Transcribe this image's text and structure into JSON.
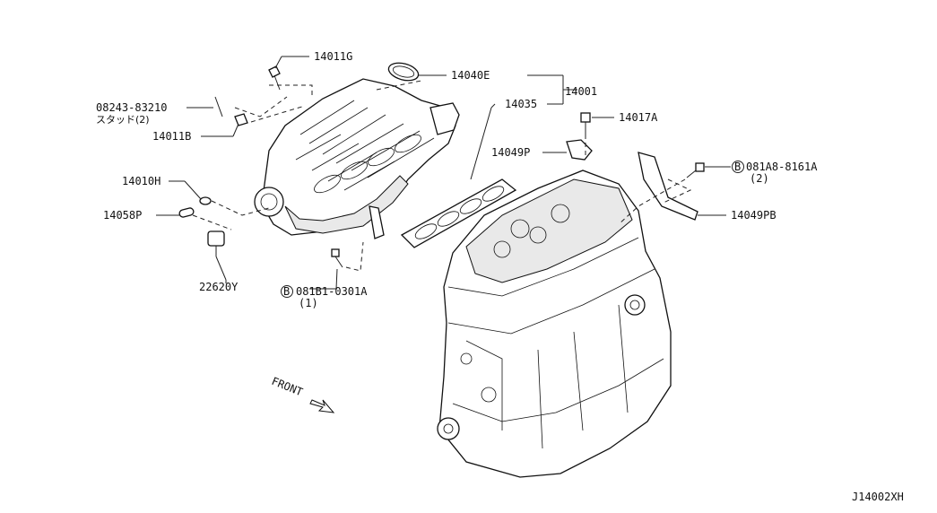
{
  "diagram_id": "J14002XH",
  "front_label": "FRONT",
  "bolt_marker": "B",
  "callouts": {
    "p14011G": "14011G",
    "p14040E": "14040E",
    "p14001": "14001",
    "p14035": "14035",
    "p08243": "08243-83210",
    "p08243_sub": "スタッド(2)",
    "p14011B": "14011B",
    "p14017A": "14017A",
    "p14049P": "14049P",
    "p081A8": "081A8-8161A",
    "p081A8_qty": "(2)",
    "p14010H": "14010H",
    "p14049PB": "14049PB",
    "p14058P": "14058P",
    "p22620Y": "22620Y",
    "p081B1": "081B1-0301A",
    "p081B1_qty": "(1)"
  }
}
